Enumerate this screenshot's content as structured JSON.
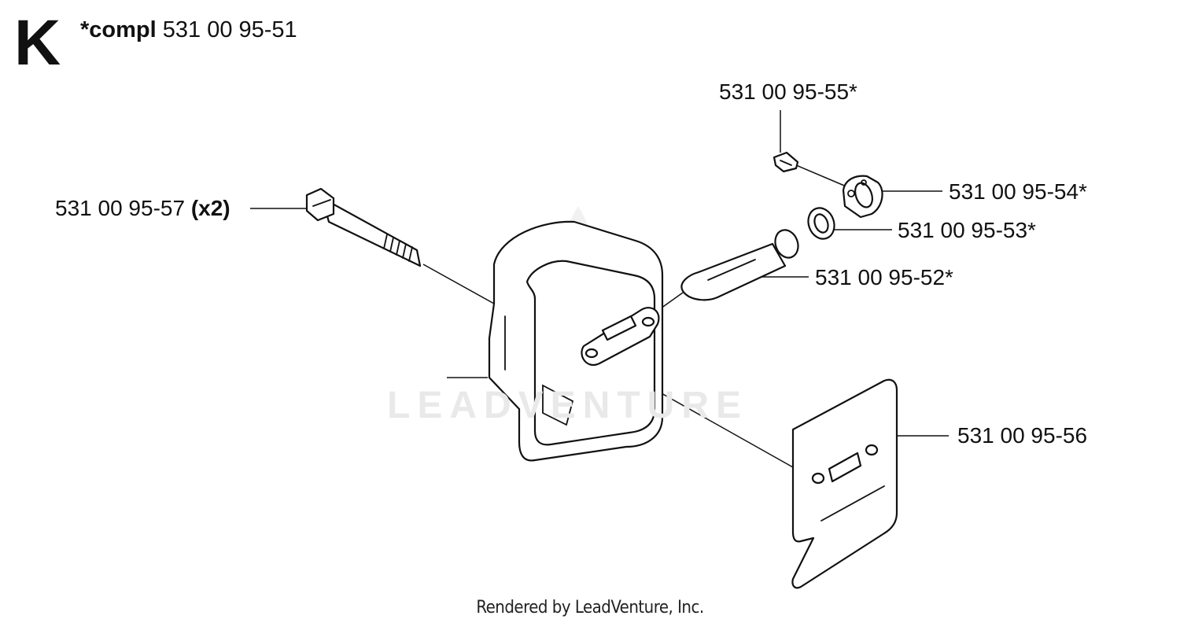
{
  "header": {
    "section_letter": "K",
    "compl_label": "*compl",
    "compl_part": "531 00 95-51"
  },
  "callouts": [
    {
      "id": "bolt",
      "part": "531 00 95-57",
      "qty": "(x2)"
    },
    {
      "id": "screw",
      "part": "531 00 95-55*"
    },
    {
      "id": "cap",
      "part": "531 00 95-54*"
    },
    {
      "id": "washer",
      "part": "531 00 95-53*"
    },
    {
      "id": "tube",
      "part": "531 00 95-52*"
    },
    {
      "id": "plate",
      "part": "531 00 95-56"
    }
  ],
  "watermark": "LEADVENTURE",
  "footer": "Rendered by LeadVenture, Inc."
}
